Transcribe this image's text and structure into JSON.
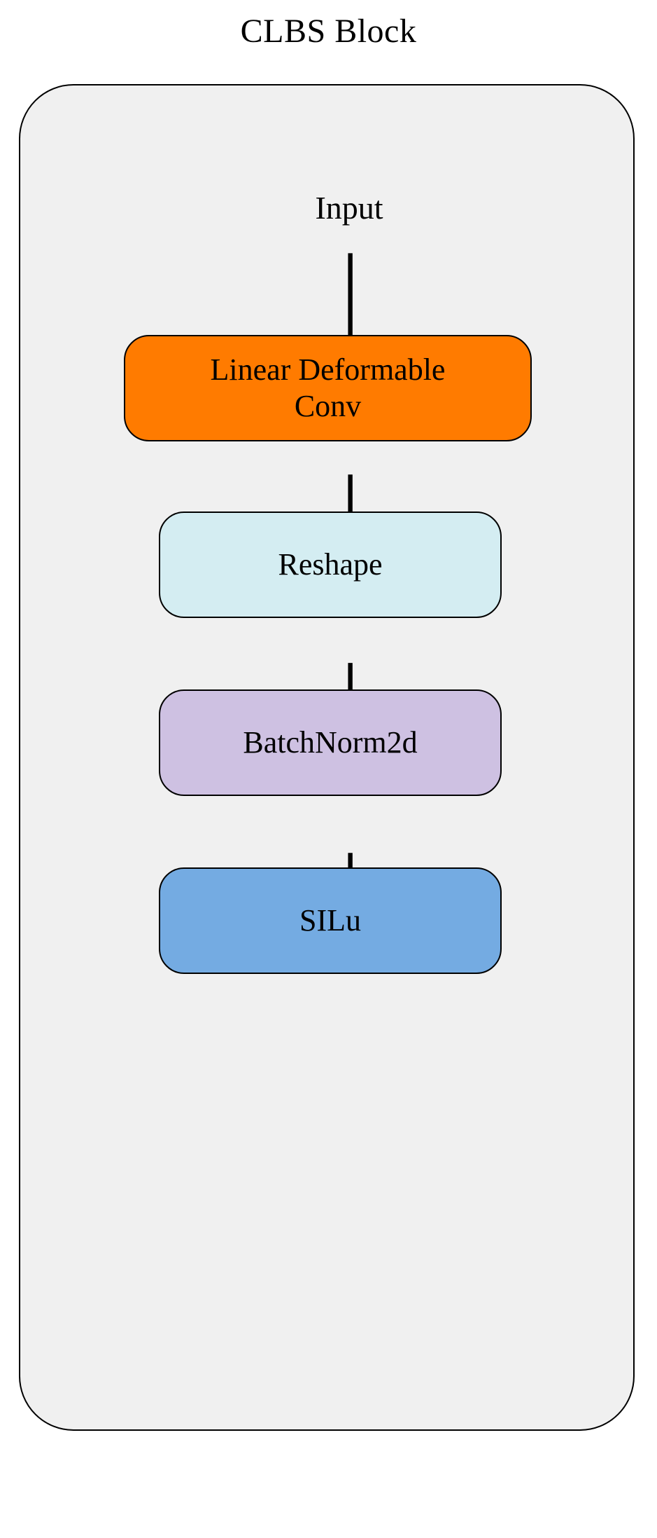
{
  "diagram": {
    "title": "CLBS Block",
    "container_label": "CLBS Block container",
    "background_color": "#ffffff",
    "container_fill": "#f0f0f0",
    "container_stroke": "#000000",
    "edge_color": "#000000",
    "nodes": [
      {
        "id": "input",
        "label": "Input",
        "shape": "plain-text",
        "fill": "none",
        "stroke": "none"
      },
      {
        "id": "linear-deformable-conv",
        "label": "Linear Deformable\nConv",
        "shape": "rounded-rect",
        "fill": "#ff7b00",
        "stroke": "#000000"
      },
      {
        "id": "reshape",
        "label": "Reshape",
        "shape": "rounded-rect",
        "fill": "#d4edf2",
        "stroke": "#000000"
      },
      {
        "id": "batchnorm2d",
        "label": "BatchNorm2d",
        "shape": "rounded-rect",
        "fill": "#cec1e2",
        "stroke": "#000000"
      },
      {
        "id": "silu",
        "label": "SILu",
        "shape": "rounded-rect",
        "fill": "#74abe2",
        "stroke": "#000000"
      }
    ],
    "edges": [
      {
        "from": "input",
        "to": "linear-deformable-conv",
        "label": "",
        "arrow": "arrowhead-down"
      },
      {
        "from": "linear-deformable-conv",
        "to": "reshape",
        "label": "",
        "arrow": "arrowhead-down"
      },
      {
        "from": "reshape",
        "to": "batchnorm2d",
        "label": "",
        "arrow": "arrowhead-down"
      },
      {
        "from": "batchnorm2d",
        "to": "silu",
        "label": "",
        "arrow": "arrowhead-down"
      }
    ]
  }
}
